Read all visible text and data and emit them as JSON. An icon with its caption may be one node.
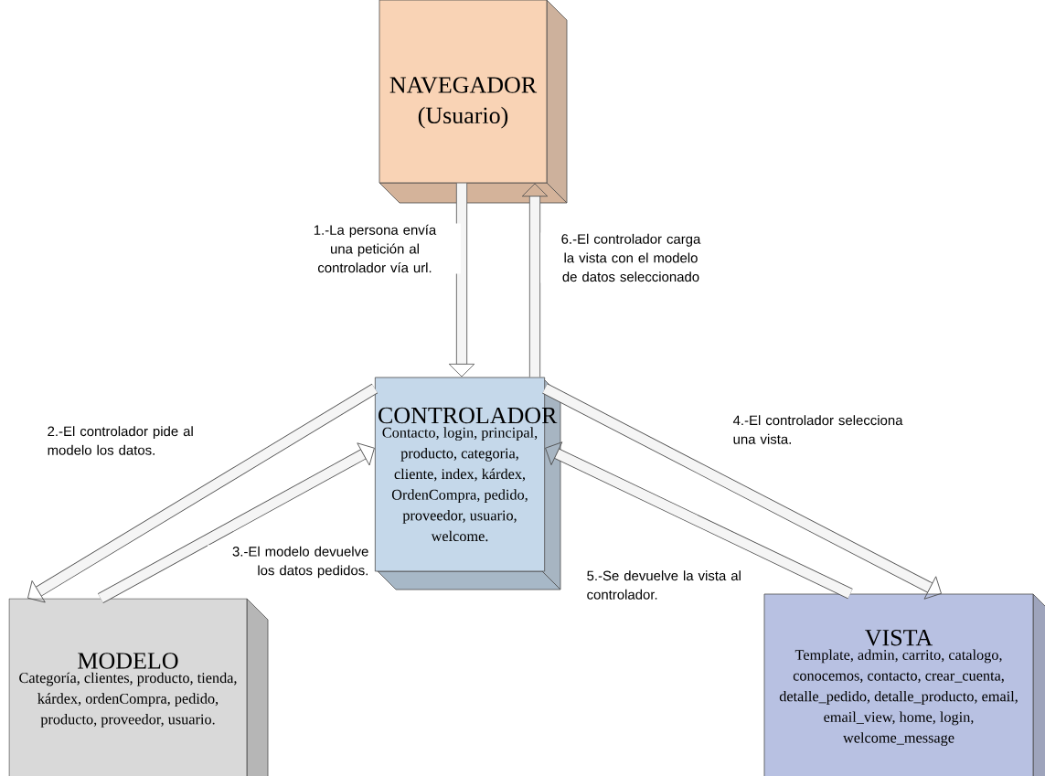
{
  "diagram": {
    "nodes": [
      {
        "text": [
          "NAVEGADOR (Usuario)"
        ]
      },
      {
        "text": [
          "CONTROLADOR",
          "Contacto, login, principal, producto, categoria, cliente, index, kárdex, OrdenCompra, pedido, proveedor, usuario, welcome."
        ]
      },
      {
        "text": [
          "MODELO",
          "Categoría, clientes, producto, tienda, kárdex, ordenCompra, pedido, producto, proveedor, usuario."
        ]
      },
      {
        "text": [
          "VISTA",
          "Template, admin, carrito, catalogo, conocemos, contacto, crear_cuenta, detalle_pedido, detalle_producto, email, email_view, home, login, welcome_message"
        ]
      }
    ],
    "edges": [
      {
        "from": 0,
        "to": 1,
        "arrow": "to",
        "label": "1.-La persona envía una petición al controlador vía url."
      },
      {
        "from": 1,
        "to": 0,
        "arrow": "to",
        "label": "6.-El controlador carga la vista con el modelo de datos seleccionado"
      },
      {
        "from": 1,
        "to": 2,
        "arrow": "to",
        "label": "2.-El controlador pide al modelo los datos."
      },
      {
        "from": 2,
        "to": 1,
        "arrow": "to",
        "label": "3.-El modelo devuelve los datos pedidos."
      },
      {
        "from": 1,
        "to": 3,
        "arrow": "to",
        "label": "4.-El controlador selecciona una vista."
      },
      {
        "from": 3,
        "to": 1,
        "arrow": "to",
        "label": "5.-Se devuelve la vista al controlador."
      }
    ]
  }
}
